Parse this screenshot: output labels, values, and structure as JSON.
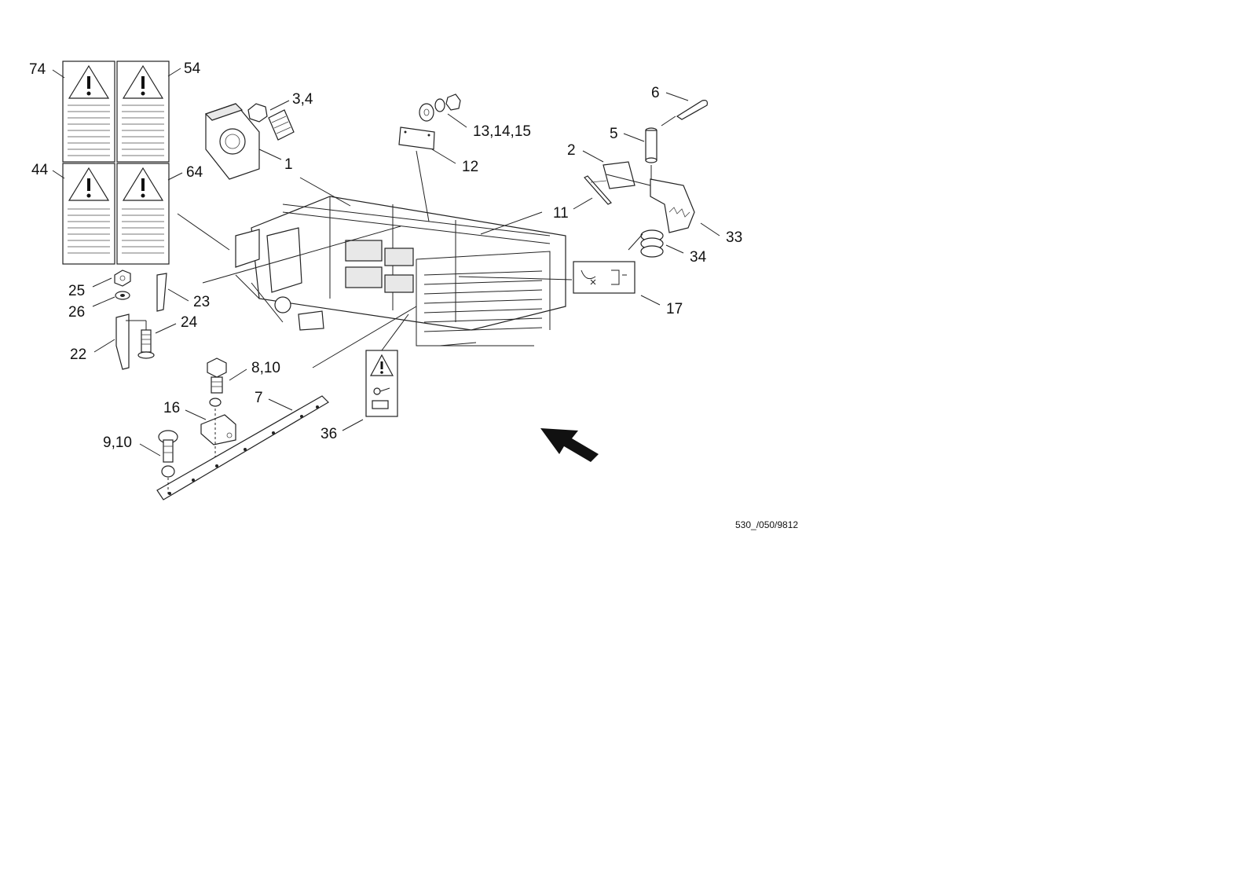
{
  "drawing_code": "530_/050/9812",
  "callouts": [
    {
      "id": "74",
      "text": "74"
    },
    {
      "id": "54",
      "text": "54"
    },
    {
      "id": "44",
      "text": "44"
    },
    {
      "id": "64",
      "text": "64"
    },
    {
      "id": "3-4",
      "text": "3,4"
    },
    {
      "id": "1",
      "text": "1"
    },
    {
      "id": "13-14-15",
      "text": "13,14,15"
    },
    {
      "id": "12",
      "text": "12"
    },
    {
      "id": "6",
      "text": "6"
    },
    {
      "id": "5",
      "text": "5"
    },
    {
      "id": "2",
      "text": "2"
    },
    {
      "id": "11",
      "text": "11"
    },
    {
      "id": "33",
      "text": "33"
    },
    {
      "id": "34",
      "text": "34"
    },
    {
      "id": "17",
      "text": "17"
    },
    {
      "id": "25",
      "text": "25"
    },
    {
      "id": "26",
      "text": "26"
    },
    {
      "id": "23",
      "text": "23"
    },
    {
      "id": "24",
      "text": "24"
    },
    {
      "id": "22",
      "text": "22"
    },
    {
      "id": "8-10",
      "text": "8,10"
    },
    {
      "id": "7",
      "text": "7"
    },
    {
      "id": "16",
      "text": "16"
    },
    {
      "id": "9-10",
      "text": "9,10"
    },
    {
      "id": "36",
      "text": "36"
    }
  ],
  "icons": {
    "warning": "warning-triangle-icon",
    "direction": "direction-arrow-icon"
  },
  "colors": {
    "ink": "#111111",
    "paper": "#ffffff"
  }
}
